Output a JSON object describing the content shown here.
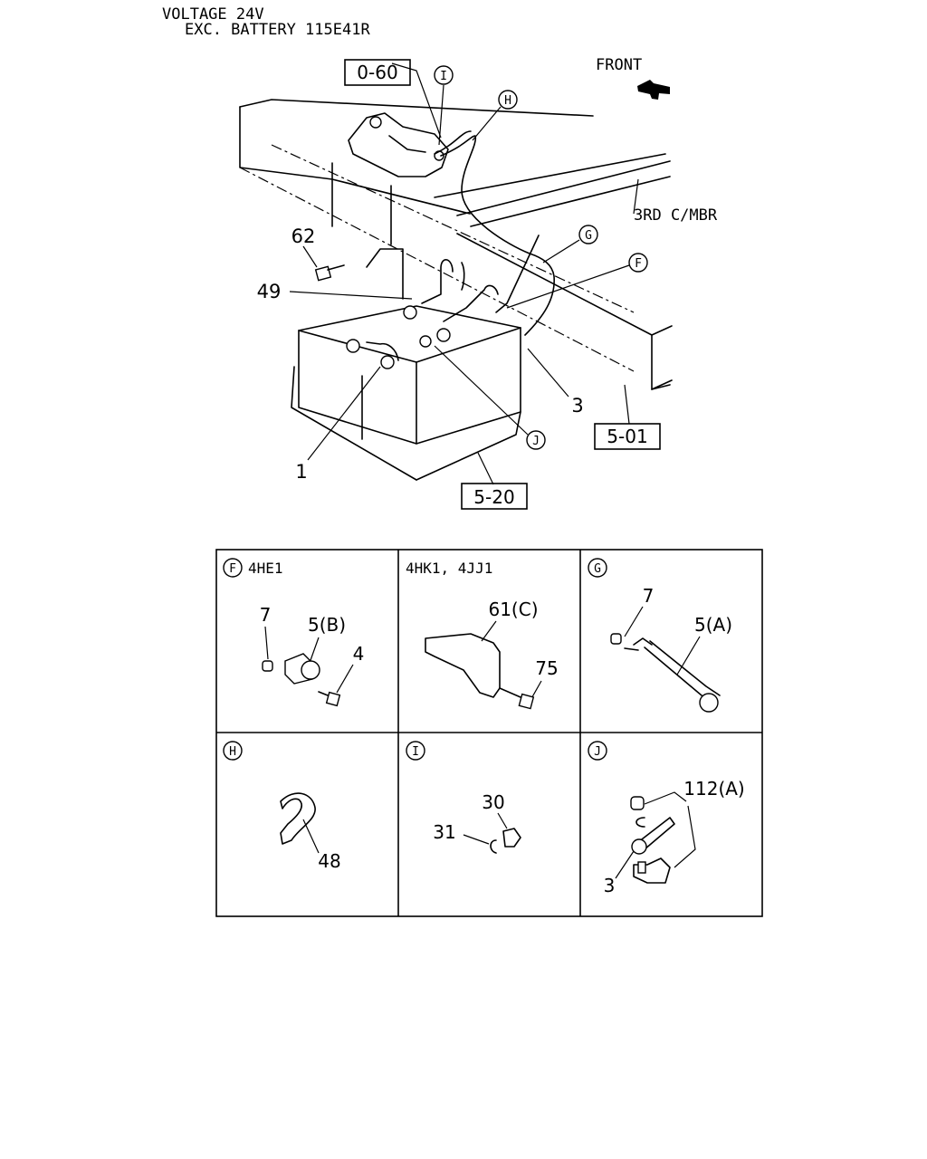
{
  "header": {
    "line1": "VOLTAGE 24V",
    "line2": "EXC. BATTERY 115E41R"
  },
  "main": {
    "front_label": "FRONT",
    "crossmember_label": "3RD C/MBR",
    "ref_boxes": [
      "0-60",
      "5-01",
      "5-20"
    ],
    "detail_markers": [
      "I",
      "H",
      "G",
      "F",
      "J"
    ],
    "callouts": [
      "62",
      "49",
      "3",
      "1"
    ]
  },
  "details": {
    "f_title": "4HE1",
    "f_parts": [
      "7",
      "5(B)",
      "4"
    ],
    "alt_title": "4HK1, 4JJ1",
    "alt_parts": [
      "61(C)",
      "75"
    ],
    "g_parts": [
      "7",
      "5(A)"
    ],
    "h_parts": [
      "48"
    ],
    "i_parts": [
      "30",
      "31"
    ],
    "j_parts": [
      "112(A)",
      "3"
    ],
    "markers": [
      "F",
      "G",
      "H",
      "I",
      "J"
    ]
  }
}
